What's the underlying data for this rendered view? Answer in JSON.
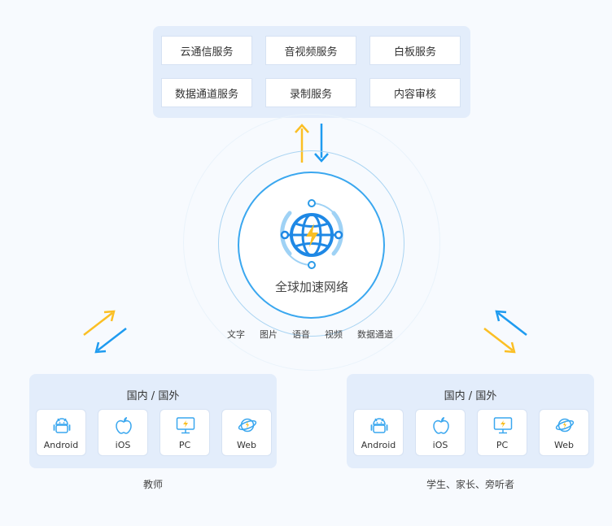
{
  "services": [
    "云通信服务",
    "音视频服务",
    "白板服务",
    "数据通道服务",
    "录制服务",
    "内容审核"
  ],
  "network": {
    "label": "全球加速网络"
  },
  "data_types": [
    "文字",
    "图片",
    "语音",
    "视频",
    "数据通道"
  ],
  "clients": [
    {
      "region": "国内 / 国外",
      "role": "教师",
      "platforms": [
        "Android",
        "iOS",
        "PC",
        "Web"
      ]
    },
    {
      "region": "国内 / 国外",
      "role": "学生、家长、旁听者",
      "platforms": [
        "Android",
        "iOS",
        "PC",
        "Web"
      ]
    }
  ],
  "colors": {
    "panel": "#e3edfb",
    "accent_blue": "#1e9bf0",
    "accent_yellow": "#fbbf24",
    "ring": "#aad4f2"
  },
  "icons": [
    "android-icon",
    "apple-icon",
    "monitor-icon",
    "planet-icon",
    "globe-icon"
  ]
}
